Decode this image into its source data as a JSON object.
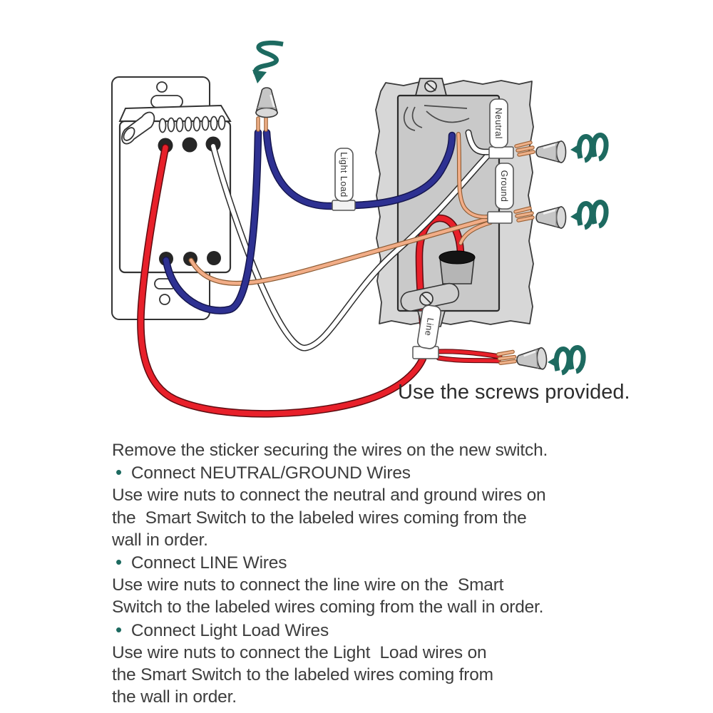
{
  "diagram": {
    "tags": {
      "light_load": "Light Load",
      "neutral": "Neutral",
      "ground": "Ground",
      "line": "Line"
    },
    "caption": "Use the screws provided.",
    "colors": {
      "red_wire": "#e8202a",
      "blue_wire": "#2e3192",
      "copper_wire": "#f2ad87",
      "white_wire": "#ffffff",
      "teal_arrow": "#1d6a60",
      "wall_gray": "#d7d7d7",
      "box_gray": "#c9c9c9"
    }
  },
  "instructions": {
    "bullet": "•",
    "lines": [
      "Remove the sticker securing the wires on the new switch.",
      "Connect NEUTRAL/GROUND Wires",
      "Use wire nuts to connect the neutral and ground wires on",
      "the  Smart Switch to the labeled wires coming from the",
      "wall in order.",
      "Connect LINE Wires",
      "Use wire nuts to connect the line wire on the  Smart",
      "Switch to the labeled wires coming from the wall in order.",
      "Connect Light Load Wires",
      "Use wire nuts to connect the Light  Load wires on",
      "the Smart Switch to the labeled wires coming from",
      "the wall in order."
    ]
  }
}
